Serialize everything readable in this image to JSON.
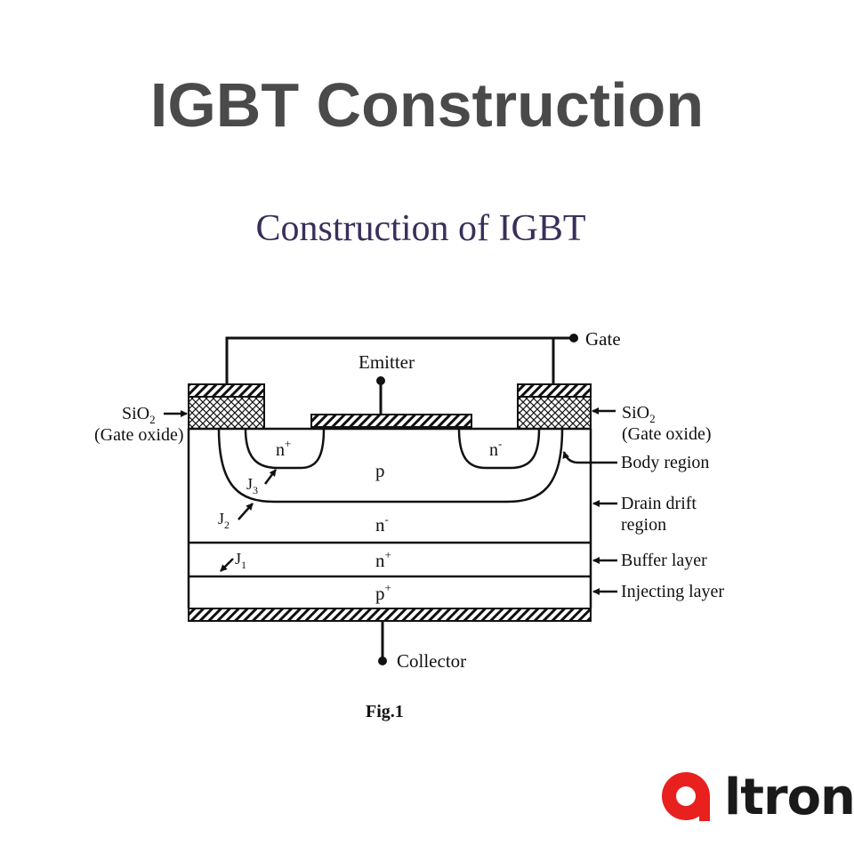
{
  "title": "IGBT Construction",
  "subtitle": "Construction of  IGBT",
  "diagram": {
    "terminals": {
      "gate": "Gate",
      "emitter": "Emitter",
      "collector": "Collector"
    },
    "left_oxide": {
      "line1": "SiO",
      "sub": "2",
      "line2": "(Gate oxide)"
    },
    "right_oxide": {
      "line1": "SiO",
      "sub": "2",
      "line2": "(Gate oxide)"
    },
    "regions": {
      "n_left": "n",
      "n_left_sup": "+",
      "n_right": "n",
      "n_right_sup": "-",
      "p_body": "p",
      "n_drift": "n",
      "n_drift_sup": "-",
      "n_buffer": "n",
      "n_buffer_sup": "+",
      "p_inject": "p",
      "p_inject_sup": "+"
    },
    "junctions": {
      "j3": "J",
      "j3_sub": "3",
      "j2": "J",
      "j2_sub": "2",
      "j1": "J",
      "j1_sub": "1"
    },
    "labels": {
      "body_region": "Body region",
      "drain_drift_1": "Drain drift",
      "drain_drift_2": "region",
      "buffer_layer": "Buffer layer",
      "injecting_layer": "Injecting layer"
    },
    "caption": "Fig.1"
  },
  "logo": {
    "text": "ltron",
    "colors": {
      "red": "#e8201e",
      "dark": "#1a1a1a"
    }
  }
}
